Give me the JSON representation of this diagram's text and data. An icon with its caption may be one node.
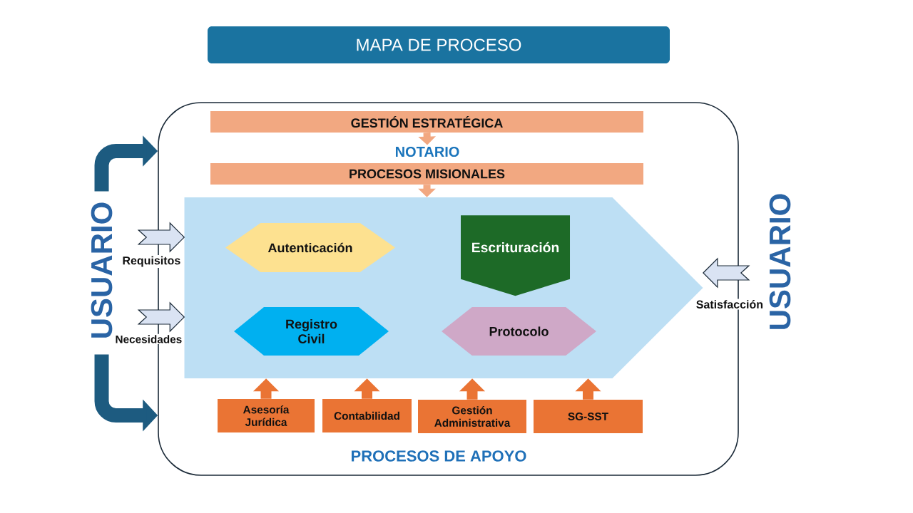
{
  "diagram": {
    "title": "MAPA DE PROCESO",
    "nodes": [
      {
        "text": [],
        "shape": "box"
      },
      {
        "text": [
          "GESTIÓN ESTRATÉGICA"
        ],
        "in": 0
      },
      {
        "text": [
          "NOTARIO"
        ],
        "in": 0
      },
      {
        "text": [
          "PROCESOS MISIONALES"
        ],
        "in": 0
      },
      {
        "text": [],
        "shape": "pentagon",
        "in": 0
      },
      {
        "text": [
          "Autenticación"
        ],
        "in": 4
      },
      {
        "text": [
          "Escrituración"
        ],
        "in": 4
      },
      {
        "text": [
          "Registro Civil"
        ],
        "in": 4
      },
      {
        "text": [
          "Protocolo"
        ],
        "in": 4
      },
      {
        "text": [
          "Asesoría Jurídica"
        ],
        "in": 0
      },
      {
        "text": [
          "Contabilidad"
        ],
        "in": 0
      },
      {
        "text": [
          "Gestión Administrativa"
        ],
        "in": 0
      },
      {
        "text": [
          "SG-SST"
        ],
        "in": 0
      },
      {
        "text": [
          "USUARIO"
        ]
      },
      {
        "text": [
          "USUARIO"
        ]
      }
    ],
    "edges": [
      {
        "from": 1,
        "to": 2,
        "arrow": "to",
        "color": "#f2a881"
      },
      {
        "from": 3,
        "to": 4,
        "arrow": "to",
        "color": "#f2a881"
      },
      {
        "from": null,
        "to": 4,
        "arrow": "to",
        "label": "Requisitos",
        "color": "#dae3f3"
      },
      {
        "from": null,
        "to": 4,
        "arrow": "to",
        "label": "Necesidades",
        "color": "#dae3f3"
      },
      {
        "from": null,
        "to": 4,
        "arrow": "to",
        "label": "Satisfacción",
        "color": "#dae3f3"
      },
      {
        "from": 9,
        "to": 4,
        "arrow": "to"
      },
      {
        "from": 10,
        "to": 4,
        "arrow": "to"
      },
      {
        "from": 11,
        "to": 4,
        "arrow": "to"
      },
      {
        "from": 12,
        "to": 4,
        "arrow": "to"
      },
      {
        "from": 13,
        "to": 0,
        "arrow": "to",
        "color": "#1d5b80"
      },
      {
        "from": 13,
        "to": 0,
        "arrow": "to",
        "color": "#1d5b80"
      }
    ],
    "labels": [
      "PROCESOS DE APOYO"
    ]
  }
}
